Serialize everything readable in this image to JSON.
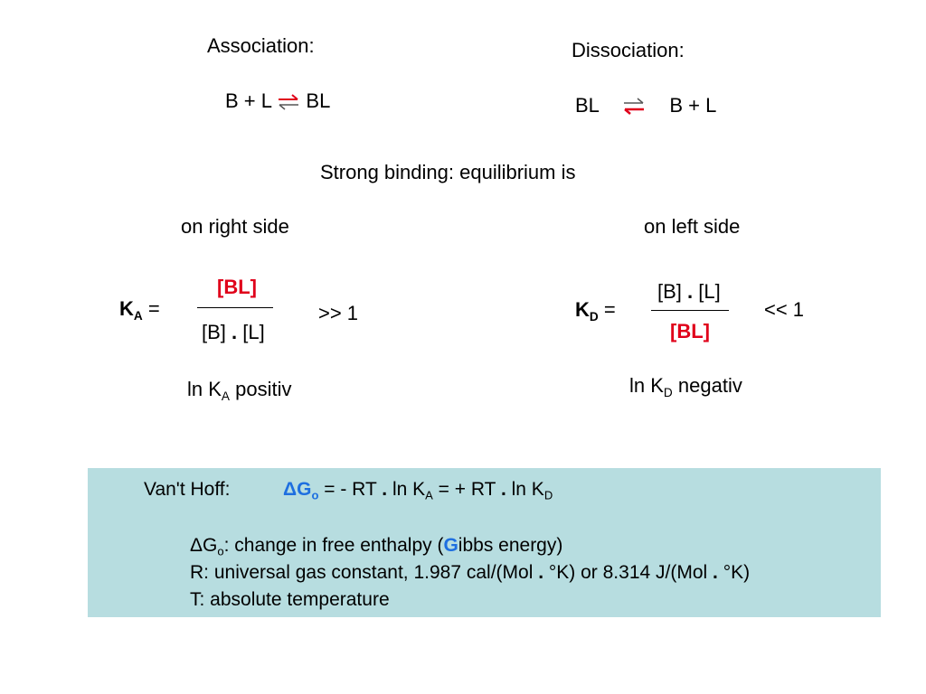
{
  "association": {
    "title": "Association:",
    "lhs": "B + L",
    "rhs": "BL"
  },
  "dissociation": {
    "title": "Dissociation:",
    "lhs": "BL",
    "rhs": "B + L"
  },
  "strong_binding": "Strong binding: equilibrium is",
  "right_side": "on right side",
  "left_side": "on left side",
  "ka": {
    "symbol": "K",
    "sub": "A",
    "eq": "=",
    "numerator": "[BL]",
    "denominator_a": "[B]",
    "dot": ".",
    "denominator_b": "[L]",
    "comparison": ">> 1",
    "ln_prefix": "ln K",
    "ln_sub": "A",
    "ln_suffix": "positiv"
  },
  "kd": {
    "symbol": "K",
    "sub": "D",
    "eq": "=",
    "numerator_a": "[B]",
    "dot": ".",
    "numerator_b": "[L]",
    "denominator": "[BL]",
    "comparison": "<< 1",
    "ln_prefix": "ln K",
    "ln_sub": "D",
    "ln_suffix": "negativ"
  },
  "vanthoff": {
    "label": "Van't Hoff:",
    "dg": "ΔG",
    "dg_sub": "o",
    "eq1": "= - RT",
    "dot1": ".",
    "ln1": "ln K",
    "ln1_sub": "A",
    "eq2": "= + RT",
    "dot2": ".",
    "ln2": "ln K",
    "ln2_sub": "D",
    "line1_dg": "ΔG",
    "line1_sub": "o",
    "line1_text": ": change in free enthalpy (",
    "line1_g": "G",
    "line1_end": "ibbs energy)",
    "line2_a": "R: universal gas constant, 1.987 cal/(Mol",
    "line2_dot1": ".",
    "line2_b": "°K) or 8.314 J/(Mol",
    "line2_dot2": ".",
    "line2_c": "°K)",
    "line3": "T: absolute temperature"
  },
  "colors": {
    "red": "#e0001a",
    "blue": "#1e6fe0",
    "panel": "#b7dde0"
  }
}
